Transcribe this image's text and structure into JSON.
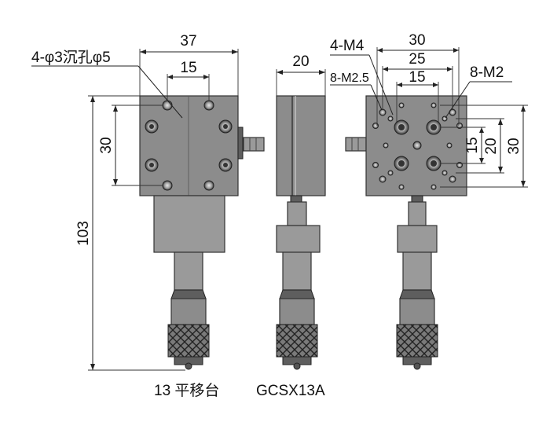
{
  "drawing": {
    "front_view": {
      "width_overall": "37",
      "hole_pitch_top": "15",
      "hole_pitch_side": "30",
      "height_overall": "103",
      "hole_callout": "4-φ3沉孔φ5"
    },
    "side_view": {
      "thickness": "20"
    },
    "rear_view": {
      "tapped_m4": "4-M4",
      "tapped_m25": "8-M2.5",
      "tapped_m2": "8-M2",
      "pitch_30_top": "30",
      "pitch_25_top": "25",
      "pitch_15_top": "15",
      "pitch_15_side": "15",
      "pitch_20_side": "20",
      "pitch_30_side": "30"
    }
  },
  "caption": {
    "stage_name": "13 平移台",
    "model": "GCSX13A"
  }
}
